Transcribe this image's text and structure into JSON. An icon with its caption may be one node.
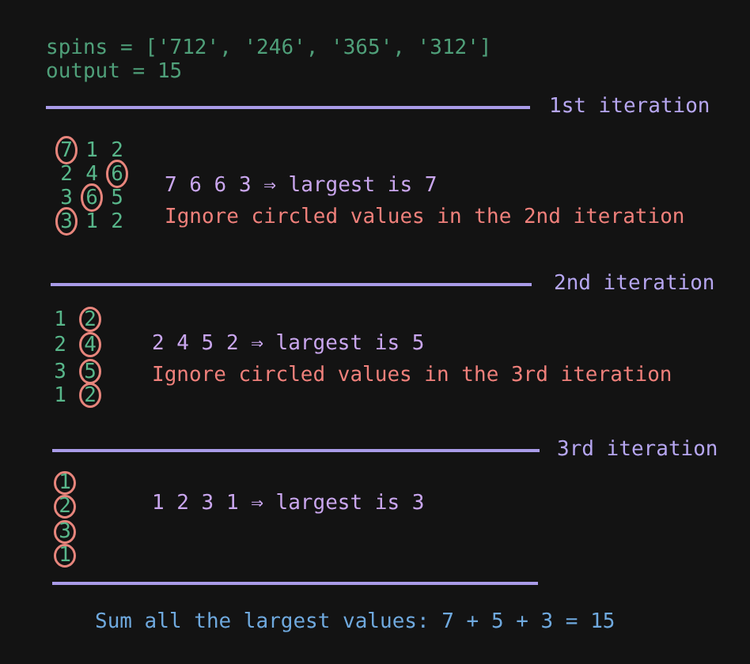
{
  "diagram": {
    "nodes": [
      {
        "text": [
          "7"
        ]
      },
      {
        "text": [
          "6"
        ]
      },
      {
        "text": [
          "6"
        ]
      },
      {
        "text": [
          "3"
        ]
      },
      {
        "text": [
          "2"
        ]
      },
      {
        "text": [
          "4"
        ]
      },
      {
        "text": [
          "5"
        ]
      },
      {
        "text": [
          "2"
        ]
      },
      {
        "text": [
          "1"
        ]
      },
      {
        "text": [
          "2"
        ]
      },
      {
        "text": [
          "3"
        ]
      },
      {
        "text": [
          "1"
        ]
      }
    ],
    "labels": [
      "spins = ['712', '246', '365', '312']",
      "output = 15",
      "1st iteration",
      "1",
      "2",
      "2",
      "4",
      "3",
      "5",
      "1",
      "2",
      "7 6 6 3 ⇒ largest is 7",
      "Ignore circled values in the 2nd iteration",
      "2nd iteration",
      "1",
      "2",
      "3",
      "1",
      "2 4 5 2 ⇒ largest is 5",
      "Ignore circled values in the 3rd iteration",
      "3rd iteration",
      "1 2 3 1 ⇒ largest is 3",
      "Sum all the largest values: 7 + 5 + 3 = 15"
    ]
  }
}
